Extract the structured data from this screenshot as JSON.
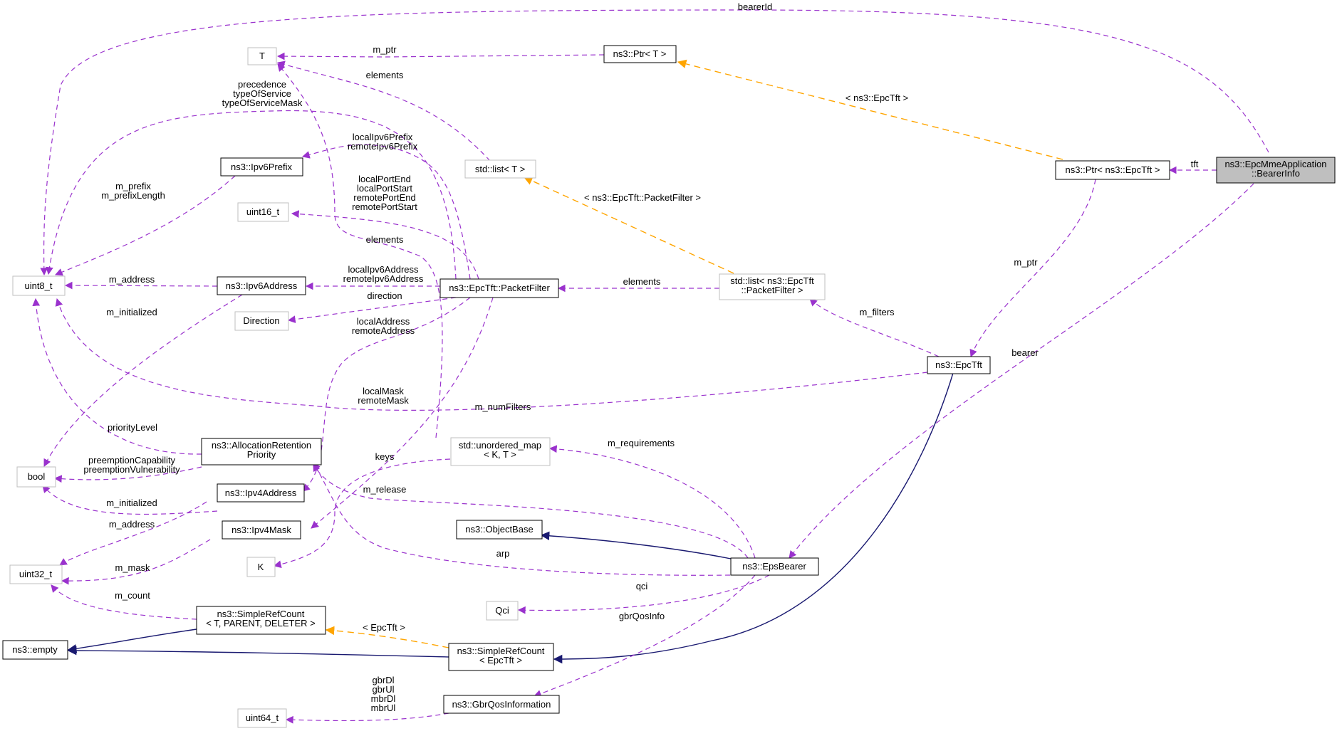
{
  "colors": {
    "usage": "#9a32cd",
    "template": "#ffa500",
    "inheritance": "#191970",
    "main_fill": "#bfbfbf",
    "node_border": "#000000",
    "external_border": "#bfbfbf"
  },
  "nodes": {
    "bearer_info": "ns3::EpcMmeApplication\n::BearerInfo",
    "ptr_t": "ns3::Ptr< T >",
    "t": "T",
    "ptr_epctft": "ns3::Ptr< ns3::EpcTft >",
    "list_t": "std::list< T >",
    "ipv6prefix": "ns3::Ipv6Prefix",
    "uint16": "uint16_t",
    "uint8": "uint8_t",
    "ipv6address": "ns3::Ipv6Address",
    "packet_filter": "ns3::EpcTft::PacketFilter",
    "list_pf": "std::list< ns3::EpcTft\n::PacketFilter >",
    "direction": "Direction",
    "epctft": "ns3::EpcTft",
    "unordered_map": "std::unordered_map\n< K, T >",
    "alloc_ret": "ns3::AllocationRetention\nPriority",
    "bool": "bool",
    "ipv4address": "ns3::Ipv4Address",
    "objectbase": "ns3::ObjectBase",
    "ipv4mask": "ns3::Ipv4Mask",
    "k": "K",
    "uint32": "uint32_t",
    "epsbearer": "ns3::EpsBearer",
    "qci": "Qci",
    "simplerefcount_t": "ns3::SimpleRefCount\n< T, PARENT, DELETER >",
    "empty": "ns3::empty",
    "simplerefcount_epctft": "ns3::SimpleRefCount\n< EpcTft >",
    "uint64": "uint64_t",
    "gbrqos": "ns3::GbrQosInformation"
  },
  "edge_labels": {
    "bearerId": "bearerId",
    "m_ptr_T": "m_ptr",
    "ptr_template": "< ns3::EpcTft >",
    "elements_list_T": "elements",
    "prec": "precedence\ntypeOfService\ntypeOfServiceMask",
    "ipv6prefix_fields": "localIpv6Prefix\nremoteIpv6Prefix",
    "m_prefix": "m_prefix\nm_prefixLength",
    "ports": "localPortEnd\nlocalPortStart\nremotePortEnd\nremotePortStart",
    "list_pf_template": "< ns3::EpcTft::PacketFilter >",
    "elements_map": "elements",
    "ipv6addr_fields": "localIpv6Address\nremoteIpv6Address",
    "m_address_v6": "m_address",
    "elements_pf": "elements",
    "direction": "direction",
    "m_initialized_v6": "m_initialized",
    "ipv4addr_fields": "localAddress\nremoteAddress",
    "tft": "tft",
    "m_ptr_epctft": "m_ptr",
    "m_filters": "m_filters",
    "bearer": "bearer",
    "mask_fields": "localMask\nremoteMask",
    "m_numFilters": "m_numFilters",
    "priorityLevel": "priorityLevel",
    "m_requirements": "m_requirements",
    "preemption": "preemptionCapability\npreemptionVulnerability",
    "keys": "keys",
    "m_release": "m_release",
    "m_initialized_v4": "m_initialized",
    "m_address_v4": "m_address",
    "arp": "arp",
    "m_mask": "m_mask",
    "qci": "qci",
    "m_count": "m_count",
    "gbrQosInfo": "gbrQosInfo",
    "refcount_template": "< EpcTft >",
    "gbr_fields": "gbrDl\ngbrUl\nmbrDl\nmbrUl"
  }
}
